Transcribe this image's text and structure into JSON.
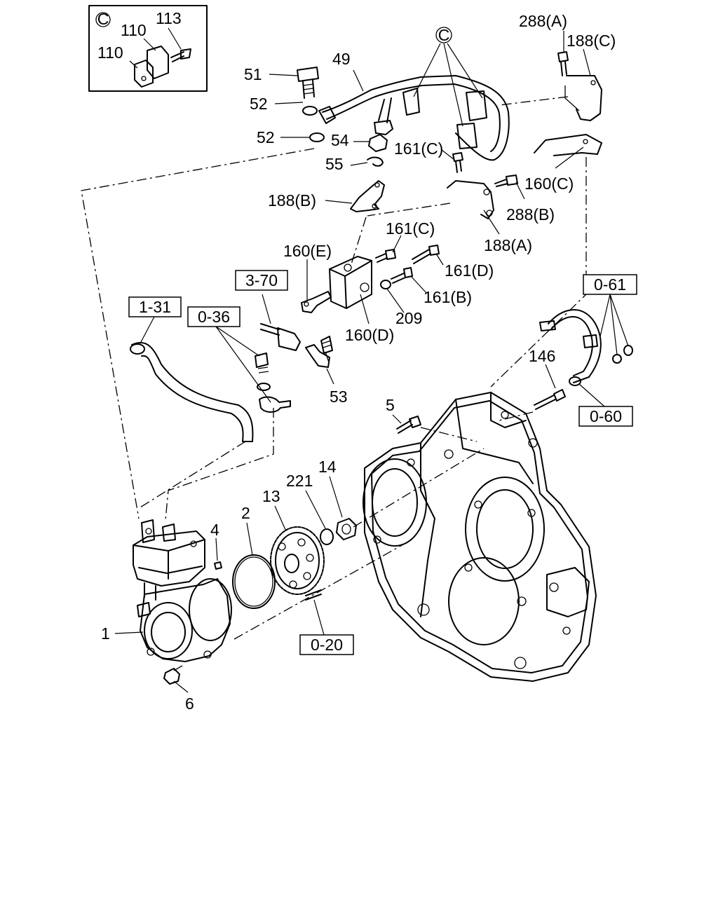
{
  "inset": {
    "marker": "C",
    "labels": [
      "110",
      "113",
      "110"
    ]
  },
  "callouts": {
    "c_group": "C",
    "p288a": "288(A)",
    "p188c": "188(C)",
    "p49": "49",
    "p51": "51",
    "p52a": "52",
    "p52b": "52",
    "p54": "54",
    "p55": "55",
    "p161c_top": "161(C)",
    "p160c": "160(C)",
    "p188b": "188(B)",
    "p288b": "288(B)",
    "p188a": "188(A)",
    "p161c_mid": "161(C)",
    "p160e": "160(E)",
    "p161d": "161(D)",
    "p161b": "161(B)",
    "p209": "209",
    "p160d": "160(D)",
    "p53": "53",
    "p146": "146",
    "p5": "5",
    "p221": "221",
    "p14": "14",
    "p13": "13",
    "p2": "2",
    "p4": "4",
    "p1": "1",
    "p6": "6"
  },
  "refs": {
    "r370": "3-70",
    "r131": "1-31",
    "r036": "0-36",
    "r061": "0-61",
    "r060": "0-60",
    "r020": "0-20"
  }
}
